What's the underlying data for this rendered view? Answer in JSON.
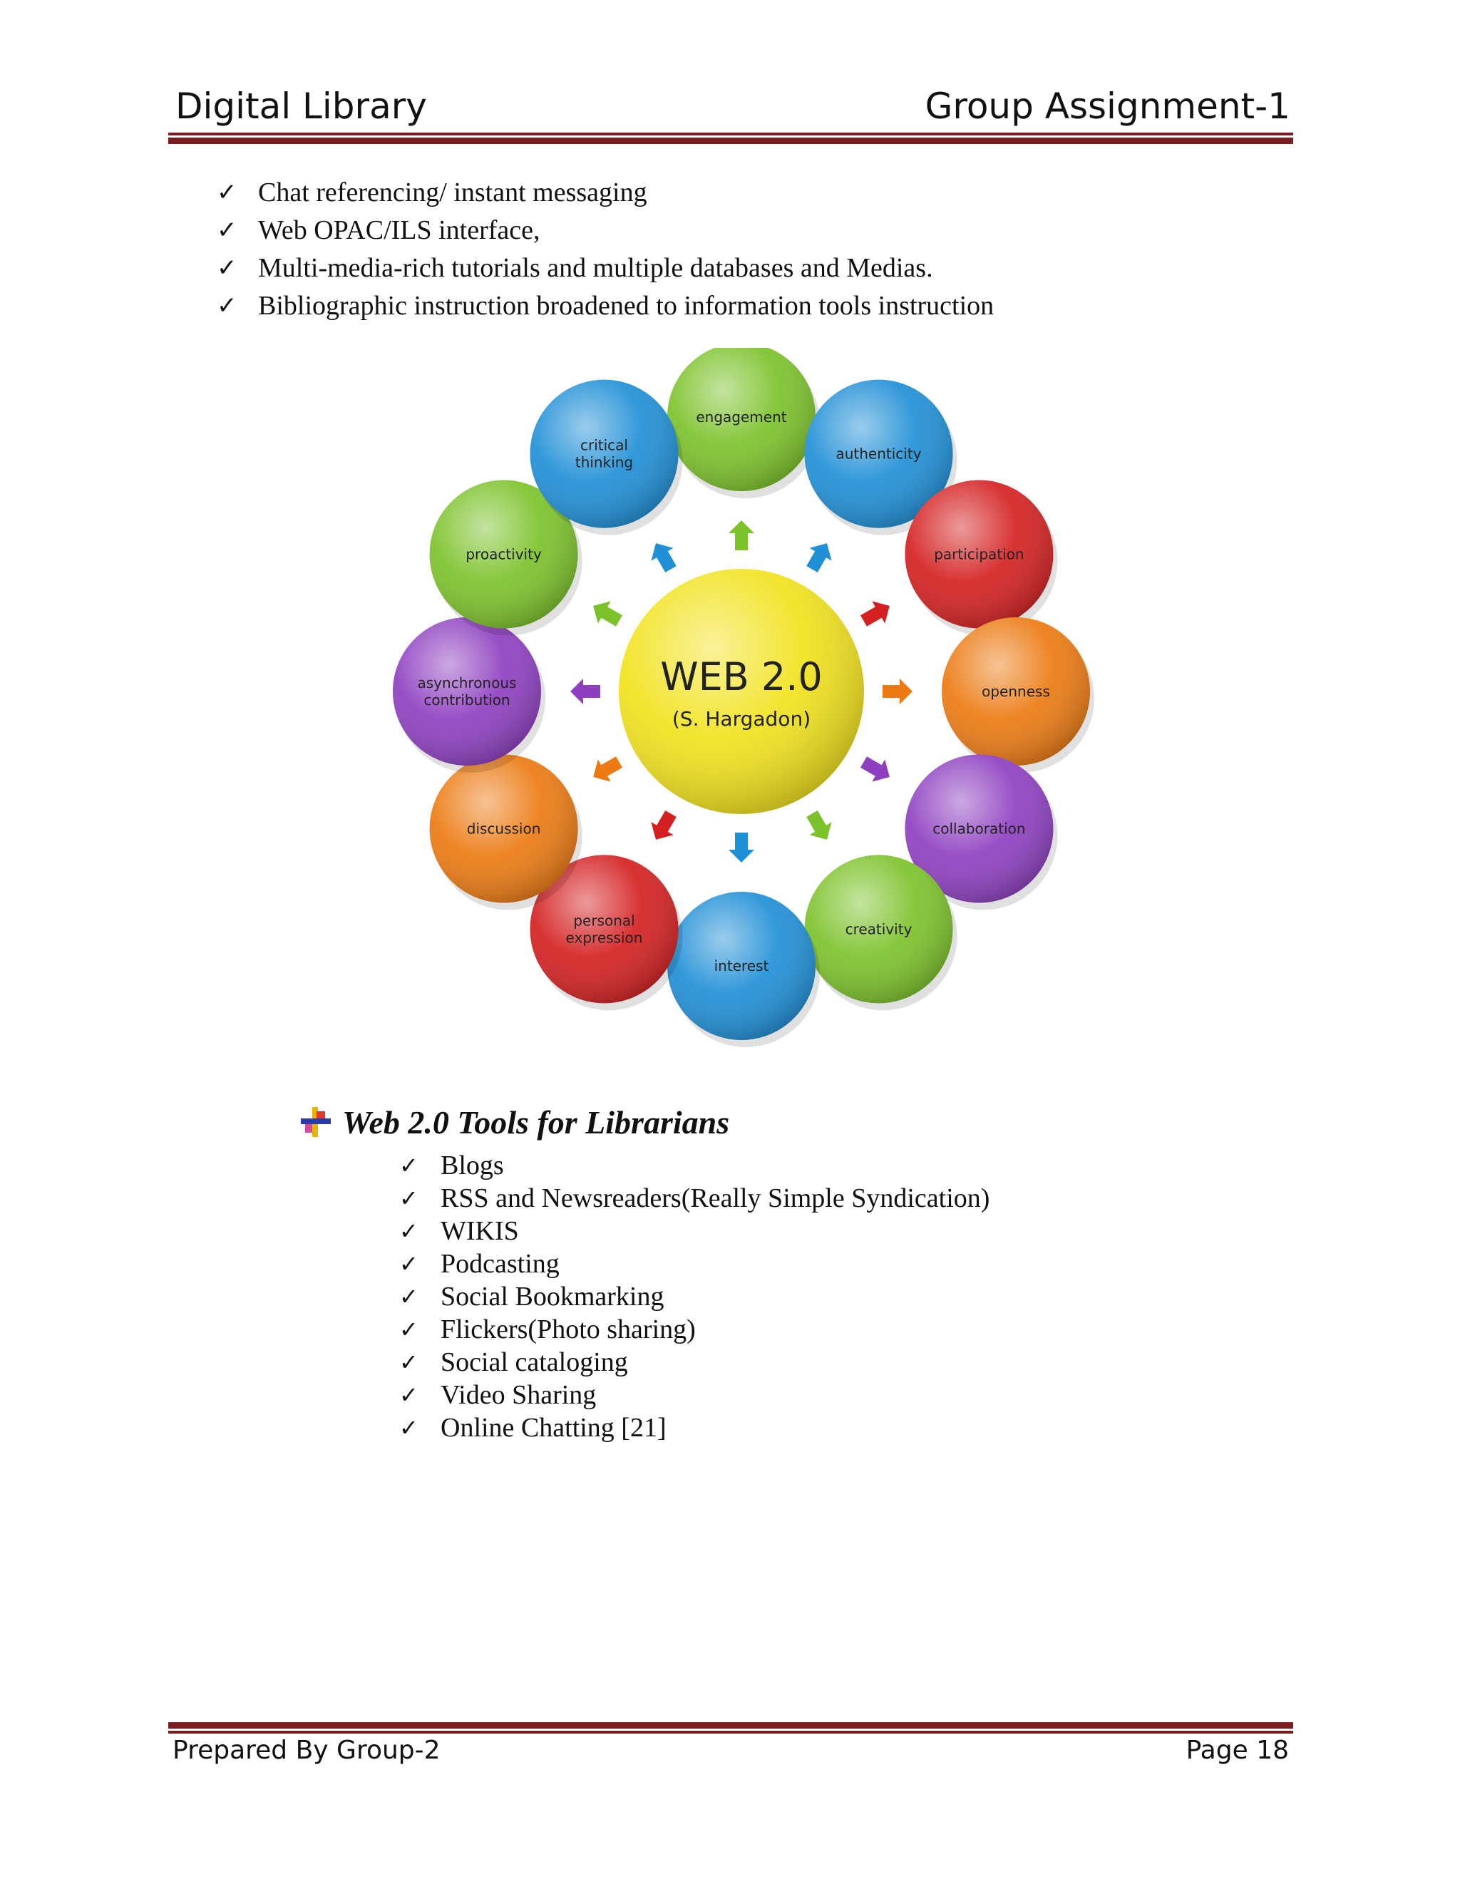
{
  "header": {
    "left": "Digital Library",
    "right": "Group Assignment-1"
  },
  "intro_list": [
    "Chat referencing/ instant messaging",
    "Web OPAC/ILS interface,",
    "Multi-media-rich tutorials and multiple databases and Medias.",
    "Bibliographic instruction broadened to information tools instruction"
  ],
  "diagram": {
    "center_title": "WEB 2.0",
    "center_subtitle": "(S. Hargadon)",
    "colors": {
      "green": "#7cc22a",
      "blue": "#1f8fd6",
      "red": "#d42020",
      "orange": "#ec7a12",
      "purple": "#8e3fc0",
      "yellow": "#f2e21c"
    },
    "bubbles": [
      {
        "lines": [
          "engagement"
        ],
        "color": "green"
      },
      {
        "lines": [
          "authenticity"
        ],
        "color": "blue"
      },
      {
        "lines": [
          "participation"
        ],
        "color": "red"
      },
      {
        "lines": [
          "openness"
        ],
        "color": "orange"
      },
      {
        "lines": [
          "collaboration"
        ],
        "color": "purple"
      },
      {
        "lines": [
          "creativity"
        ],
        "color": "green"
      },
      {
        "lines": [
          "interest"
        ],
        "color": "blue"
      },
      {
        "lines": [
          "personal",
          "expression"
        ],
        "color": "red"
      },
      {
        "lines": [
          "discussion"
        ],
        "color": "orange"
      },
      {
        "lines": [
          "asynchronous",
          "contribution"
        ],
        "color": "purple"
      },
      {
        "lines": [
          "proactivity"
        ],
        "color": "green"
      },
      {
        "lines": [
          "critical",
          "thinking"
        ],
        "color": "blue"
      }
    ]
  },
  "section": {
    "heading": "Web 2.0 Tools for Librarians"
  },
  "tools_list": [
    "Blogs",
    "RSS and Newsreaders(Really Simple Syndication)",
    "WIKIS",
    "Podcasting",
    "Social Bookmarking",
    "Flickers(Photo sharing)",
    "Social cataloging",
    "Video Sharing",
    "Online Chatting [21]"
  ],
  "footer": {
    "left": "Prepared By Group-2",
    "right": "Page 18"
  }
}
